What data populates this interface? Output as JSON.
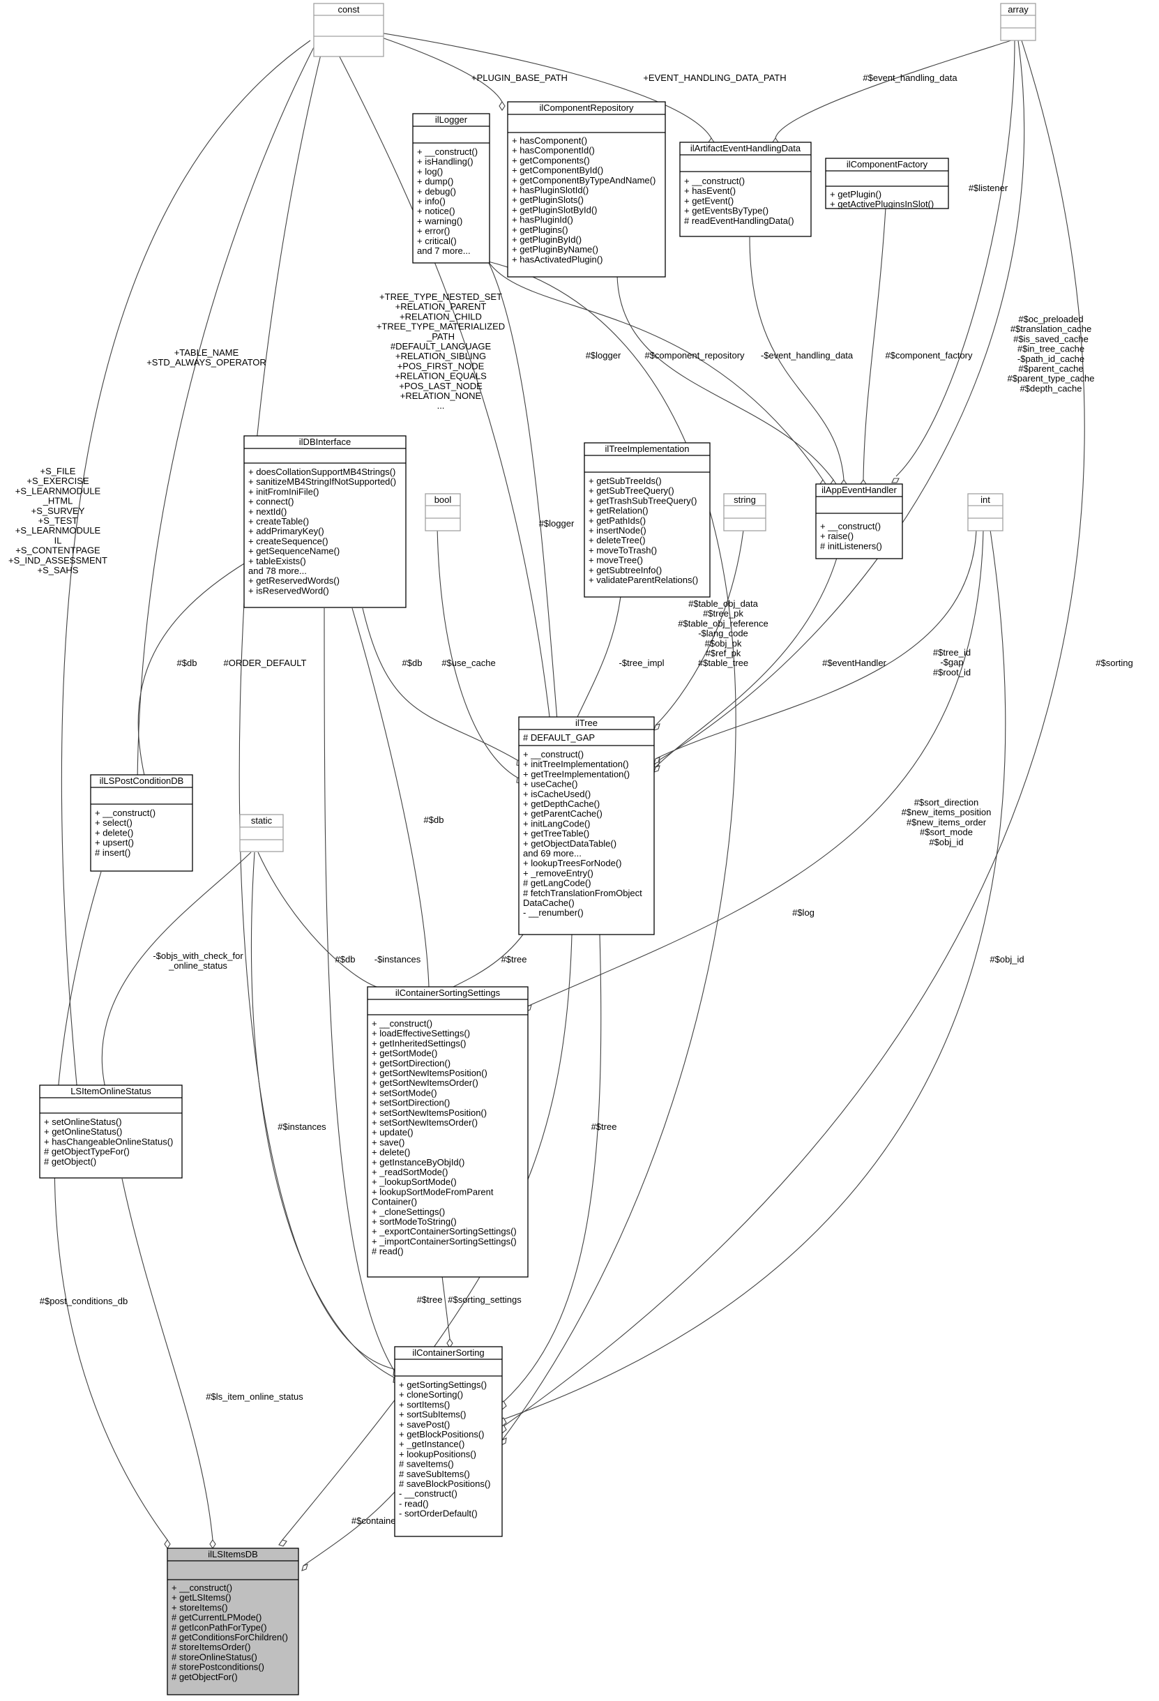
{
  "classes": {
    "const": {
      "name": "const",
      "attrs": [],
      "ops": []
    },
    "array": {
      "name": "array",
      "attrs": [],
      "ops": []
    },
    "ilLogger": {
      "name": "ilLogger",
      "attrs": [],
      "ops": [
        "+ __construct()",
        "+ isHandling()",
        "+ log()",
        "+ dump()",
        "+ debug()",
        "+ info()",
        "+ notice()",
        "+ warning()",
        "+ error()",
        "+ critical()",
        "and 7 more..."
      ]
    },
    "ilComponentRepository": {
      "name": "ilComponentRepository",
      "attrs": [],
      "ops": [
        "+ hasComponent()",
        "+ hasComponentId()",
        "+ getComponents()",
        "+ getComponentById()",
        "+ getComponentByTypeAndName()",
        "+ hasPluginSlotId()",
        "+ getPluginSlots()",
        "+ getPluginSlotById()",
        "+ hasPluginId()",
        "+ getPlugins()",
        "+ getPluginById()",
        "+ getPluginByName()",
        "+ hasActivatedPlugin()"
      ]
    },
    "ilArtifactEventHandlingData": {
      "name": "ilArtifactEventHandlingData",
      "attrs": [],
      "ops": [
        "+ __construct()",
        "+ hasEvent()",
        "+ getEvent()",
        "+ getEventsByType()",
        "# readEventHandlingData()"
      ]
    },
    "ilComponentFactory": {
      "name": "ilComponentFactory",
      "attrs": [],
      "ops": [
        "+ getPlugin()",
        "+ getActivePluginsInSlot()"
      ]
    },
    "ilDBInterface": {
      "name": "ilDBInterface",
      "attrs": [],
      "ops": [
        "+ doesCollationSupportMB4Strings()",
        "+ sanitizeMB4StringIfNotSupported()",
        "+ initFromIniFile()",
        "+ connect()",
        "+ nextId()",
        "+ createTable()",
        "+ addPrimaryKey()",
        "+ createSequence()",
        "+ getSequenceName()",
        "+ tableExists()",
        "and 78 more...",
        "+ getReservedWords()",
        "+ isReservedWord()"
      ]
    },
    "bool": {
      "name": "bool",
      "attrs": [],
      "ops": []
    },
    "ilTreeImplementation": {
      "name": "ilTreeImplementation",
      "attrs": [],
      "ops": [
        "+ getSubTreeIds()",
        "+ getSubTreeQuery()",
        "+ getTrashSubTreeQuery()",
        "+ getRelation()",
        "+ getPathIds()",
        "+ insertNode()",
        "+ deleteTree()",
        "+ moveToTrash()",
        "+ moveTree()",
        "+ getSubtreeInfo()",
        "+ validateParentRelations()"
      ]
    },
    "string": {
      "name": "string",
      "attrs": [],
      "ops": []
    },
    "ilAppEventHandler": {
      "name": "ilAppEventHandler",
      "attrs": [],
      "ops": [
        "+ __construct()",
        "+ raise()",
        "# initListeners()"
      ]
    },
    "int": {
      "name": "int",
      "attrs": [],
      "ops": []
    },
    "ilLSPostConditionDB": {
      "name": "ilLSPostConditionDB",
      "attrs": [],
      "ops": [
        "+ __construct()",
        "+ select()",
        "+ delete()",
        "+ upsert()",
        "# insert()"
      ]
    },
    "ilTree": {
      "name": "ilTree",
      "attrs": [
        "# DEFAULT_GAP"
      ],
      "ops": [
        "+ __construct()",
        "+ initTreeImplementation()",
        "+ getTreeImplementation()",
        "+ useCache()",
        "+ isCacheUsed()",
        "+ getDepthCache()",
        "+ getParentCache()",
        "+ initLangCode()",
        "+ getTreeTable()",
        "+ getObjectDataTable()",
        "and 69 more...",
        "+ lookupTreesForNode()",
        "+ _removeEntry()",
        "# getLangCode()",
        "# fetchTranslationFromObject",
        "DataCache()",
        "- __renumber()"
      ]
    },
    "static": {
      "name": "static",
      "attrs": [],
      "ops": []
    },
    "ilContainerSortingSettings": {
      "name": "ilContainerSortingSettings",
      "attrs": [],
      "ops": [
        "+ __construct()",
        "+ loadEffectiveSettings()",
        "+ getInheritedSettings()",
        "+ getSortMode()",
        "+ getSortDirection()",
        "+ getSortNewItemsPosition()",
        "+ getSortNewItemsOrder()",
        "+ setSortMode()",
        "+ setSortDirection()",
        "+ setSortNewItemsPosition()",
        "+ setSortNewItemsOrder()",
        "+ update()",
        "+ save()",
        "+ delete()",
        "+ getInstanceByObjId()",
        "+ _readSortMode()",
        "+ _lookupSortMode()",
        "+ lookupSortModeFromParent",
        "Container()",
        "+ _cloneSettings()",
        "+ sortModeToString()",
        "+ _exportContainerSortingSettings()",
        "+ _importContainerSortingSettings()",
        "# read()"
      ]
    },
    "LSItemOnlineStatus": {
      "name": "LSItemOnlineStatus",
      "attrs": [],
      "ops": [
        "+ setOnlineStatus()",
        "+ getOnlineStatus()",
        "+ hasChangeableOnlineStatus()",
        "# getObjectTypeFor()",
        "# getObject()"
      ]
    },
    "ilContainerSorting": {
      "name": "ilContainerSorting",
      "attrs": [],
      "ops": [
        "+ getSortingSettings()",
        "+ cloneSorting()",
        "+ sortItems()",
        "+ sortSubItems()",
        "+ savePost()",
        "+ getBlockPositions()",
        "+ _getInstance()",
        "+ lookupPositions()",
        "# saveItems()",
        "# saveSubItems()",
        "# saveBlockPositions()",
        "- __construct()",
        "- read()",
        "- sortOrderDefault()"
      ]
    },
    "ilLSItemsDB": {
      "name": "ilLSItemsDB",
      "attrs": [],
      "ops": [
        "+ __construct()",
        "+ getLSItems()",
        "+ storeItems()",
        "# getCurrentLPMode()",
        "# getIconPathForType()",
        "# getConditionsForChildren()",
        "# storeItemsOrder()",
        "# storeOnlineStatus()",
        "# storePostconditions()",
        "# getObjectFor()"
      ]
    }
  },
  "edge_labels": {
    "plugin_base_path": [
      "+PLUGIN_BASE_PATH"
    ],
    "event_handling_data_path": [
      "+EVENT_HANDLING_DATA_PATH"
    ],
    "event_handling_data": [
      "#$event_handling_data"
    ],
    "listener": [
      "#$listener"
    ],
    "oc_preloaded": [
      "#$oc_preloaded",
      "#$translation_cache",
      "#$is_saved_cache",
      "#$in_tree_cache",
      "-$path_id_cache",
      "#$parent_cache",
      "#$parent_type_cache",
      "#$depth_cache"
    ],
    "table_name": [
      "+TABLE_NAME",
      "+STD_ALWAYS_OPERATOR"
    ],
    "tree_type": [
      "+TREE_TYPE_NESTED_SET",
      "+RELATION_PARENT",
      "+RELATION_CHILD",
      "+TREE_TYPE_MATERIALIZED",
      "_PATH",
      "#DEFAULT_LANGUAGE",
      "+RELATION_SIBLING",
      "+POS_FIRST_NODE",
      "+RELATION_EQUALS",
      "+POS_LAST_NODE",
      "+RELATION_NONE",
      "..."
    ],
    "logger_app": [
      "#$logger"
    ],
    "component_repository": [
      "#$component_repository"
    ],
    "event_handling_data_priv": [
      "-$event_handling_data"
    ],
    "component_factory": [
      "#$component_factory"
    ],
    "s_file": [
      "+S_FILE",
      "+S_EXERCISE",
      "+S_LEARNMODULE",
      "_HTML",
      "+S_SURVEY",
      "+S_TEST",
      "+S_LEARNMODULE",
      "IL",
      "+S_CONTENTPAGE",
      "+S_IND_ASSESSMENT",
      "+S_SAHS"
    ],
    "logger_tree": [
      "#$logger"
    ],
    "table_obj_data": [
      "#$table_obj_data",
      "#$tree_pk",
      "#$table_obj_reference",
      "-$lang_code",
      "#$obj_pk",
      "#$ref_pk",
      "#$table_tree"
    ],
    "tree_impl": [
      "-$tree_impl"
    ],
    "event_handler": [
      "#$eventHandler"
    ],
    "tree_id": [
      "#$tree_id",
      "-$gap",
      "#$root_id"
    ],
    "sorting": [
      "#$sorting"
    ],
    "db_postcond": [
      "#$db"
    ],
    "order_default": [
      "#ORDER_DEFAULT"
    ],
    "db_tree": [
      "#$db"
    ],
    "use_cache": [
      "#$use_cache"
    ],
    "sort_direction": [
      "#$sort_direction",
      "#$new_items_position",
      "#$new_items_order",
      "#$sort_mode",
      "#$obj_id"
    ],
    "db_settings": [
      "#$db"
    ],
    "objs_with_check": [
      "-$objs_with_check_for",
      "_online_status"
    ],
    "instances_settings": [
      "-$instances"
    ],
    "tree_settings": [
      "#$tree"
    ],
    "db_sorting": [
      "#$db"
    ],
    "log": [
      "#$log"
    ],
    "obj_id": [
      "#$obj_id"
    ],
    "instances_sorting": [
      "#$instances"
    ],
    "tree_sorting": [
      "#$tree"
    ],
    "post_conditions_db": [
      "#$post_conditions_db"
    ],
    "tree_items": [
      "#$tree"
    ],
    "sorting_settings": [
      "#$sorting_settings"
    ],
    "ls_item_online_status": [
      "#$ls_item_online_status"
    ],
    "container_sorting": [
      "#$container_sorting"
    ]
  }
}
